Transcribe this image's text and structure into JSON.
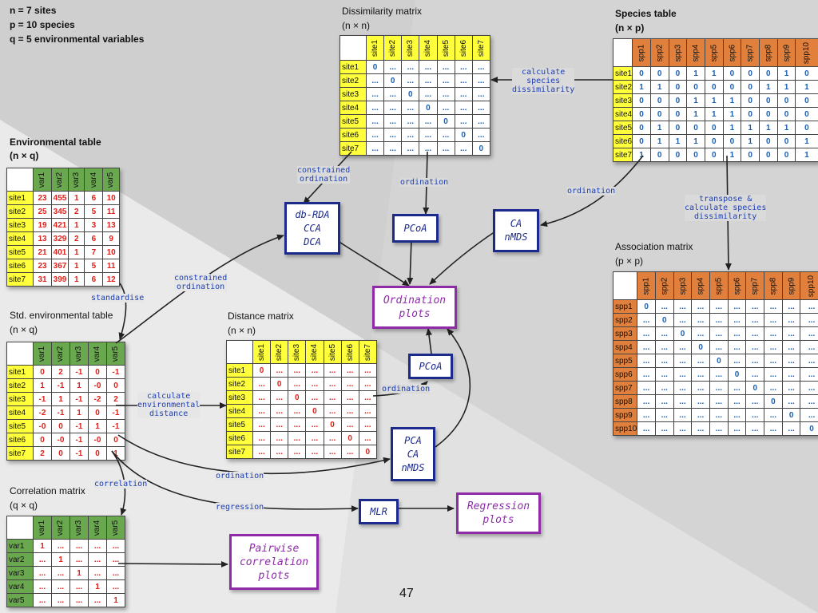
{
  "info": [
    "n = 7 sites",
    "p = 10 species",
    "q = 5 environmental variables"
  ],
  "env_table": {
    "title": "Environmental table",
    "dims": "(n × q)",
    "cols": [
      "var1",
      "var2",
      "var3",
      "var4",
      "var5"
    ],
    "rows": [
      "site1",
      "site2",
      "site3",
      "site4",
      "site5",
      "site6",
      "site7"
    ],
    "cells": [
      [
        "23",
        "455",
        "1",
        "6",
        "10"
      ],
      [
        "25",
        "345",
        "2",
        "5",
        "11"
      ],
      [
        "19",
        "421",
        "1",
        "3",
        "13"
      ],
      [
        "13",
        "329",
        "2",
        "6",
        "9"
      ],
      [
        "21",
        "401",
        "1",
        "7",
        "10"
      ],
      [
        "23",
        "367",
        "1",
        "5",
        "11"
      ],
      [
        "31",
        "399",
        "1",
        "6",
        "12"
      ]
    ]
  },
  "std_table": {
    "title": "Std. environmental table",
    "dims": "(n × q)",
    "cols": [
      "var1",
      "var2",
      "var3",
      "var4",
      "var5"
    ],
    "rows": [
      "site1",
      "site2",
      "site3",
      "site4",
      "site5",
      "site6",
      "site7"
    ],
    "cells": [
      [
        "0",
        "2",
        "-1",
        "0",
        "-1"
      ],
      [
        "1",
        "-1",
        "1",
        "-0",
        "0"
      ],
      [
        "-1",
        "1",
        "-1",
        "-2",
        "2"
      ],
      [
        "-2",
        "-1",
        "1",
        "0",
        "-1"
      ],
      [
        "-0",
        "0",
        "-1",
        "1",
        "-1"
      ],
      [
        "0",
        "-0",
        "-1",
        "-0",
        "0"
      ],
      [
        "2",
        "0",
        "-1",
        "0",
        "1"
      ]
    ]
  },
  "corr_table": {
    "title": "Correlation matrix",
    "dims": "(q × q)",
    "cols": [
      "var1",
      "var2",
      "var3",
      "var4",
      "var5"
    ],
    "rows": [
      "var1",
      "var2",
      "var3",
      "var4",
      "var5"
    ],
    "cells": [
      [
        "1",
        "...",
        "...",
        "...",
        "..."
      ],
      [
        "...",
        "1",
        "...",
        "...",
        "..."
      ],
      [
        "...",
        "...",
        "1",
        "...",
        "..."
      ],
      [
        "...",
        "...",
        "...",
        "1",
        "..."
      ],
      [
        "...",
        "...",
        "...",
        "...",
        "1"
      ]
    ]
  },
  "dist_table": {
    "title": "Distance matrix",
    "dims": "(n × n)",
    "cols": [
      "site1",
      "site2",
      "site3",
      "site4",
      "site5",
      "site6",
      "site7"
    ],
    "rows": [
      "site1",
      "site2",
      "site3",
      "site4",
      "site5",
      "site6",
      "site7"
    ],
    "cells": [
      [
        "0",
        "...",
        "...",
        "...",
        "...",
        "...",
        "..."
      ],
      [
        "...",
        "0",
        "...",
        "...",
        "...",
        "...",
        "..."
      ],
      [
        "...",
        "...",
        "0",
        "...",
        "...",
        "...",
        "..."
      ],
      [
        "...",
        "...",
        "...",
        "0",
        "...",
        "...",
        "..."
      ],
      [
        "...",
        "...",
        "...",
        "...",
        "0",
        "...",
        "..."
      ],
      [
        "...",
        "...",
        "...",
        "...",
        "...",
        "0",
        "..."
      ],
      [
        "...",
        "...",
        "...",
        "...",
        "...",
        "...",
        "0"
      ]
    ]
  },
  "dissim_table": {
    "title": "Dissimilarity matrix",
    "dims": "(n × n)",
    "cols": [
      "site1",
      "site2",
      "site3",
      "site4",
      "site5",
      "site6",
      "site7"
    ],
    "rows": [
      "site1",
      "site2",
      "site3",
      "site4",
      "site5",
      "site6",
      "site7"
    ],
    "cells": [
      [
        "0",
        "...",
        "...",
        "...",
        "...",
        "...",
        "..."
      ],
      [
        "...",
        "0",
        "...",
        "...",
        "...",
        "...",
        "..."
      ],
      [
        "...",
        "...",
        "0",
        "...",
        "...",
        "...",
        "..."
      ],
      [
        "...",
        "...",
        "...",
        "0",
        "...",
        "...",
        "..."
      ],
      [
        "...",
        "...",
        "...",
        "...",
        "0",
        "...",
        "..."
      ],
      [
        "...",
        "...",
        "...",
        "...",
        "...",
        "0",
        "..."
      ],
      [
        "...",
        "...",
        "...",
        "...",
        "...",
        "...",
        "0"
      ]
    ]
  },
  "species_table": {
    "title": "Species table",
    "dims": "(n × p)",
    "cols": [
      "spp1",
      "spp2",
      "spp3",
      "spp4",
      "spp5",
      "spp6",
      "spp7",
      "spp8",
      "spp9",
      "spp10"
    ],
    "rows": [
      "site1",
      "site2",
      "site3",
      "site4",
      "site5",
      "site6",
      "site7"
    ],
    "cells": [
      [
        "0",
        "0",
        "0",
        "1",
        "1",
        "0",
        "0",
        "0",
        "1",
        "0"
      ],
      [
        "1",
        "1",
        "0",
        "0",
        "0",
        "0",
        "0",
        "1",
        "1",
        "1"
      ],
      [
        "0",
        "0",
        "0",
        "1",
        "1",
        "1",
        "0",
        "0",
        "0",
        "0"
      ],
      [
        "0",
        "0",
        "0",
        "1",
        "1",
        "1",
        "0",
        "0",
        "0",
        "0"
      ],
      [
        "0",
        "1",
        "0",
        "0",
        "0",
        "1",
        "1",
        "1",
        "1",
        "0"
      ],
      [
        "0",
        "1",
        "1",
        "1",
        "0",
        "0",
        "1",
        "0",
        "0",
        "1"
      ],
      [
        "1",
        "0",
        "0",
        "0",
        "0",
        "1",
        "0",
        "0",
        "0",
        "1"
      ]
    ]
  },
  "assoc_table": {
    "title": "Association matrix",
    "dims": "(p × p)",
    "cols": [
      "spp1",
      "spp2",
      "spp3",
      "spp4",
      "spp5",
      "spp6",
      "spp7",
      "spp8",
      "spp9",
      "spp10"
    ],
    "rows": [
      "spp1",
      "spp2",
      "spp3",
      "spp4",
      "spp5",
      "spp6",
      "spp7",
      "spp8",
      "spp9",
      "spp10"
    ],
    "cells": [
      [
        "0",
        "...",
        "...",
        "...",
        "...",
        "...",
        "...",
        "...",
        "...",
        "..."
      ],
      [
        "...",
        "0",
        "...",
        "...",
        "...",
        "...",
        "...",
        "...",
        "...",
        "..."
      ],
      [
        "...",
        "...",
        "0",
        "...",
        "...",
        "...",
        "...",
        "...",
        "...",
        "..."
      ],
      [
        "...",
        "...",
        "...",
        "0",
        "...",
        "...",
        "...",
        "...",
        "...",
        "..."
      ],
      [
        "...",
        "...",
        "...",
        "...",
        "0",
        "...",
        "...",
        "...",
        "...",
        "..."
      ],
      [
        "...",
        "...",
        "...",
        "...",
        "...",
        "0",
        "...",
        "...",
        "...",
        "..."
      ],
      [
        "...",
        "...",
        "...",
        "...",
        "...",
        "...",
        "0",
        "...",
        "...",
        "..."
      ],
      [
        "...",
        "...",
        "...",
        "...",
        "...",
        "...",
        "...",
        "0",
        "...",
        "..."
      ],
      [
        "...",
        "...",
        "...",
        "...",
        "...",
        "...",
        "...",
        "...",
        "0",
        "..."
      ],
      [
        "...",
        "...",
        "...",
        "...",
        "...",
        "...",
        "...",
        "...",
        "...",
        "0"
      ]
    ]
  },
  "boxes": {
    "dbrda": [
      "db-RDA",
      "CCA",
      "DCA"
    ],
    "pcoa_top": [
      "PCoA"
    ],
    "ca_top": [
      "CA",
      "nMDS"
    ],
    "ordination_plots": [
      "Ordination",
      "plots"
    ],
    "pcoa_mid": [
      "PCoA"
    ],
    "pca": [
      "PCA",
      "CA",
      "nMDS"
    ],
    "mlr": [
      "MLR"
    ],
    "regression_plots": [
      "Regression",
      "plots"
    ],
    "pairwise_plots": [
      "Pairwise",
      "correlation",
      "plots"
    ]
  },
  "edges": {
    "calc_species_dissim": [
      "calculate",
      "species",
      "dissimilarity"
    ],
    "constrained_top": [
      "constrained",
      "ordination"
    ],
    "ordination_dissim": [
      "ordination"
    ],
    "ordination_species": [
      "ordination"
    ],
    "transpose": [
      "transpose &",
      "calculate species",
      "dissimilarity"
    ],
    "standardise": [
      "standardise"
    ],
    "constrained_left": [
      "constrained",
      "ordination"
    ],
    "calc_env_dist": [
      "calculate",
      "environmental",
      "distance"
    ],
    "ordination_dist": [
      "ordination"
    ],
    "ordination_std": [
      "ordination"
    ],
    "correlation": [
      "correlation"
    ],
    "regression": [
      "regression"
    ]
  },
  "colors": {
    "yellow": "#ffff3c",
    "green": "#6aa84f",
    "orange": "#e0803c",
    "red_values": "#e0201a",
    "blue_values": "#1a5fb4",
    "box_blue": "#1c2a8c",
    "box_purple": "#8e2ca8"
  },
  "page_number": "47"
}
